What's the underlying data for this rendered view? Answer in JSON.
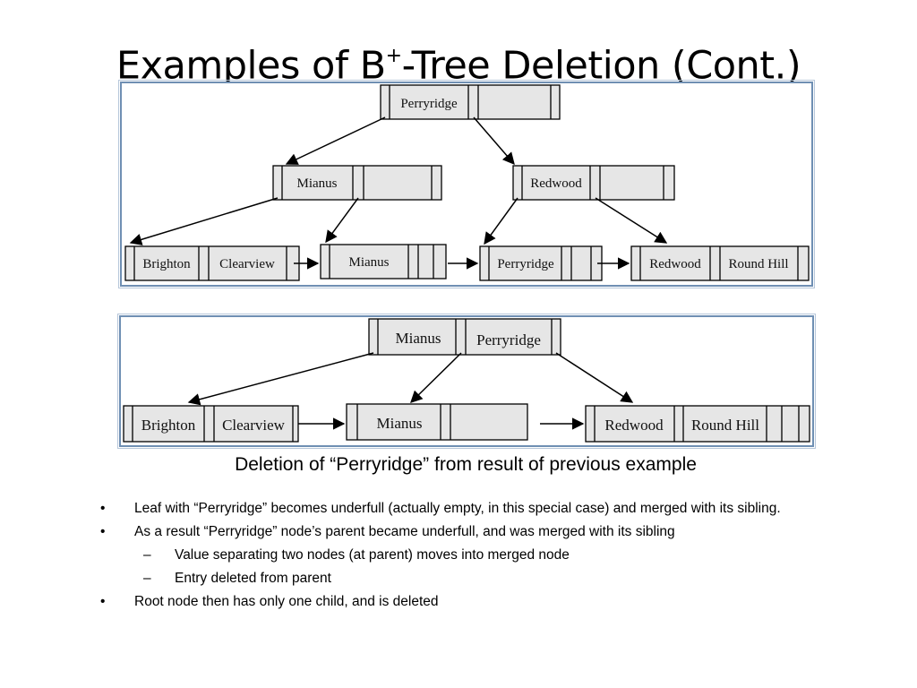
{
  "title": {
    "main": "Examples of B",
    "sup": "+",
    "rest": "-Tree Deletion (Cont.)"
  },
  "figure1": {
    "root": [
      "Perryridge"
    ],
    "internal": [
      [
        "Mianus"
      ],
      [
        "Redwood"
      ]
    ],
    "leaves": [
      [
        "Brighton",
        "Clearview"
      ],
      [
        "Mianus"
      ],
      [
        "Perryridge"
      ],
      [
        "Redwood",
        "Round Hill"
      ]
    ]
  },
  "figure2": {
    "root": [
      "Mianus",
      "Perryridge"
    ],
    "leaves": [
      [
        "Brighton",
        "Clearview"
      ],
      [
        "Mianus"
      ],
      [
        "Redwood",
        "Round Hill"
      ]
    ]
  },
  "caption": "Deletion of “Perryridge” from result of previous example",
  "bullets": [
    {
      "level": 1,
      "marker": "•",
      "text": "Leaf with “Perryridge” becomes underfull (actually empty, in this special case) and merged with its sibling."
    },
    {
      "level": 1,
      "marker": "•",
      "text": "As a result “Perryridge” node’s parent became underfull, and was merged with its sibling"
    },
    {
      "level": 2,
      "marker": "–",
      "text": "Value separating two nodes (at parent) moves into merged node"
    },
    {
      "level": 2,
      "marker": "–",
      "text": "Entry deleted from parent"
    },
    {
      "level": 1,
      "marker": "•",
      "text": "Root node then has only one child, and is deleted"
    }
  ]
}
